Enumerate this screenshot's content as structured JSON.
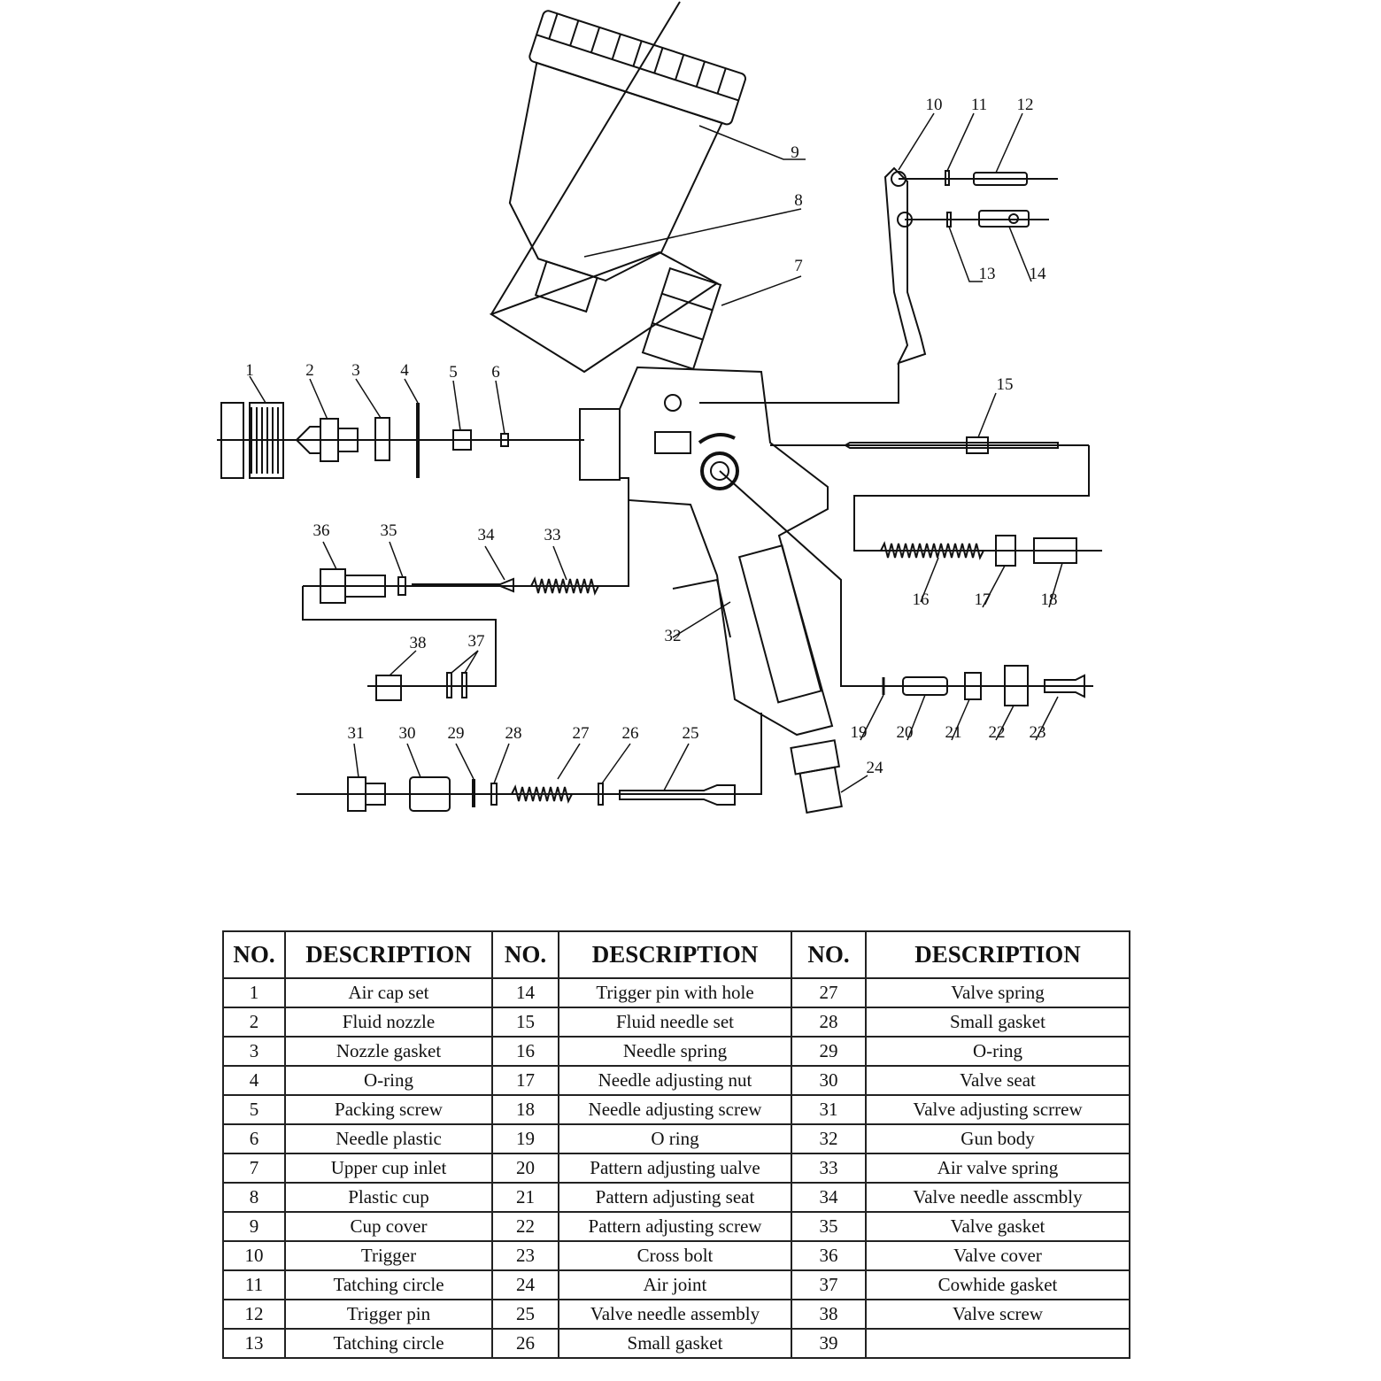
{
  "callouts": [
    "1",
    "2",
    "3",
    "4",
    "5",
    "6",
    "7",
    "8",
    "9",
    "10",
    "11",
    "12",
    "13",
    "14",
    "15",
    "16",
    "17",
    "18",
    "19",
    "20",
    "21",
    "22",
    "23",
    "24",
    "25",
    "26",
    "27",
    "28",
    "29",
    "30",
    "31",
    "32",
    "33",
    "34",
    "35",
    "36",
    "37",
    "38"
  ],
  "table": {
    "headers": [
      "NO.",
      "DESCRIPTION",
      "NO.",
      "DESCRIPTION",
      "NO.",
      "DESCRIPTION"
    ],
    "rows": [
      [
        "1",
        "Air cap set",
        "14",
        "Trigger pin with hole",
        "27",
        "Valve spring"
      ],
      [
        "2",
        "Fluid nozzle",
        "15",
        "Fluid needle set",
        "28",
        "Small gasket"
      ],
      [
        "3",
        "Nozzle gasket",
        "16",
        "Needle spring",
        "29",
        "O-ring"
      ],
      [
        "4",
        "O-ring",
        "17",
        "Needle adjusting nut",
        "30",
        "Valve seat"
      ],
      [
        "5",
        "Packing screw",
        "18",
        "Needle adjusting screw",
        "31",
        "Valve adjusting scrrew"
      ],
      [
        "6",
        "Needle plastic",
        "19",
        "O ring",
        "32",
        "Gun body"
      ],
      [
        "7",
        "Upper cup inlet",
        "20",
        "Pattern adjusting ualve",
        "33",
        "Air valve spring"
      ],
      [
        "8",
        "Plastic cup",
        "21",
        "Pattern adjusting seat",
        "34",
        "Valve needle asscmbly"
      ],
      [
        "9",
        "Cup cover",
        "22",
        "Pattern adjusting screw",
        "35",
        "Valve gasket"
      ],
      [
        "10",
        "Trigger",
        "23",
        "Cross bolt",
        "36",
        "Valve cover"
      ],
      [
        "11",
        "Tatching circle",
        "24",
        "Air joint",
        "37",
        "Cowhide gasket"
      ],
      [
        "12",
        "Trigger pin",
        "25",
        "Valve needle assembly",
        "38",
        "Valve screw"
      ],
      [
        "13",
        "Tatching circle",
        "26",
        "Small gasket",
        "39",
        ""
      ]
    ]
  }
}
